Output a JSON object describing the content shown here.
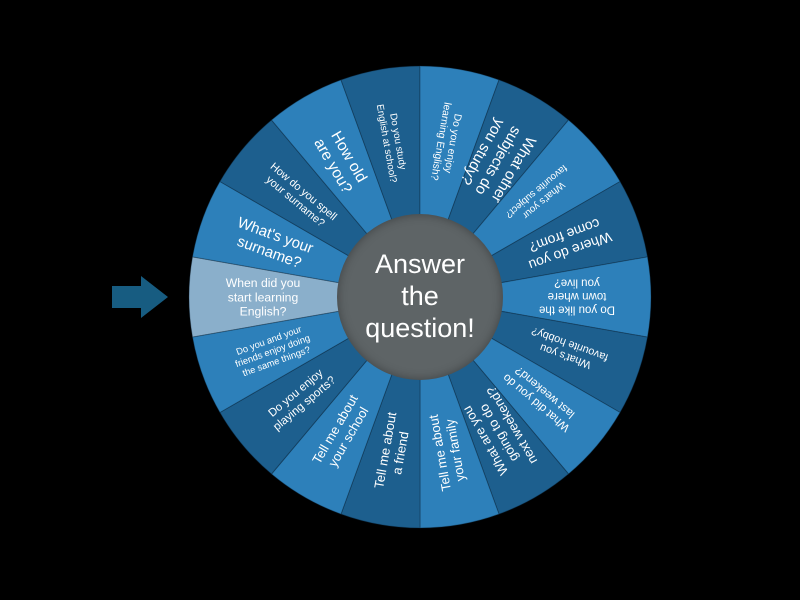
{
  "page": {
    "background": "#000000"
  },
  "pointer": {
    "color": "#175c81"
  },
  "wheel": {
    "center_label": "Answer\nthe\nquestion!",
    "colors": {
      "bright": "#2d80ba",
      "dark": "#1d5f8e",
      "highlight": "#8aafcb",
      "separator": "rgba(10,30,45,0.35)",
      "text": "#ffffff",
      "center": "#5e6466"
    },
    "segments": [
      {
        "label": "When did you\nstart learning\nEnglish?",
        "highlighted": true
      },
      {
        "label": "What's your\nsurname?"
      },
      {
        "label": "How do you spell\nyour surname?"
      },
      {
        "label": "How old\nare you?"
      },
      {
        "label": "Do you study\nEnglish at school?"
      },
      {
        "label": "Do you enjoy\nlearning English?"
      },
      {
        "label": "What other\nsubjects do\nyou study?"
      },
      {
        "label": "What's your\nfavourite subject?"
      },
      {
        "label": "Where do you\ncome from?"
      },
      {
        "label": "Do you like the\ntown where\nyou live?"
      },
      {
        "label": "What's you\nfavourite hobby?"
      },
      {
        "label": "What did you do\nlast weekend?"
      },
      {
        "label": "What are you\ngoing to do\nnext weekend?"
      },
      {
        "label": "Tell me about\nyour family"
      },
      {
        "label": "Tell me about\na friend"
      },
      {
        "label": "Tell me about\nyour school"
      },
      {
        "label": "Do you enjoy\nplaying sports?"
      },
      {
        "label": "Do you and your\nfriends enjoy doing\nthe same things?"
      }
    ]
  }
}
